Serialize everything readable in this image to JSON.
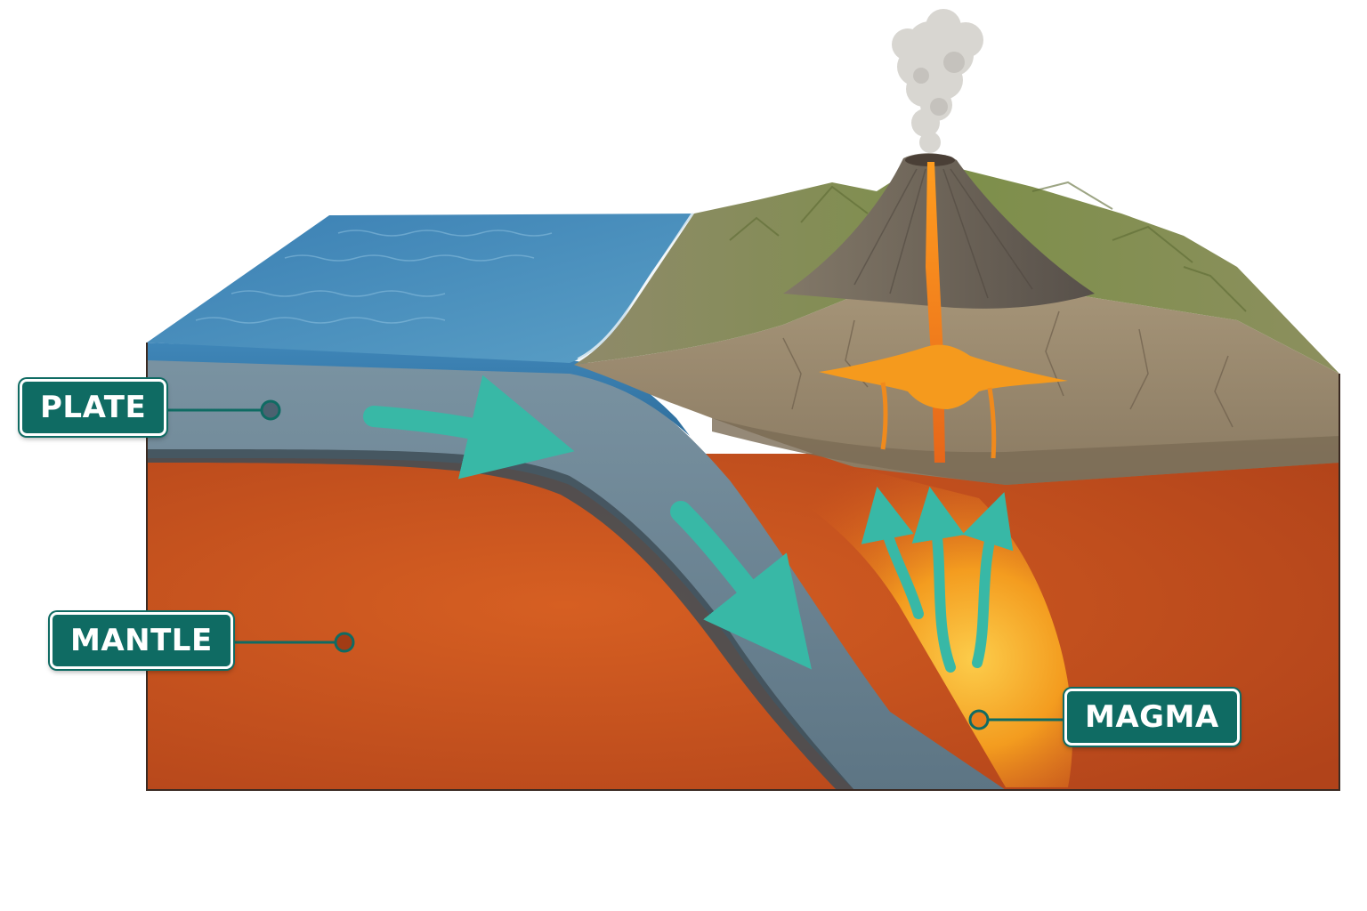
{
  "labels": {
    "plate": "PLATE",
    "mantle": "MANTLE",
    "magma": "MAGMA"
  },
  "colors": {
    "ocean": "#3f86b8",
    "ocean_plate": "#6f8796",
    "mantle": "#c9501c",
    "magma": "#f7a21d",
    "continental_crust": "#9c8a6e",
    "land_green": "#7d8f4a",
    "volcano": "#6d6458",
    "arrow": "#38b8a6",
    "label_bg": "#0f6b63",
    "smoke": "#d8d6d1"
  },
  "icons": {
    "flow_arrow": "arrow-icon",
    "leader_dot": "circle-icon"
  }
}
